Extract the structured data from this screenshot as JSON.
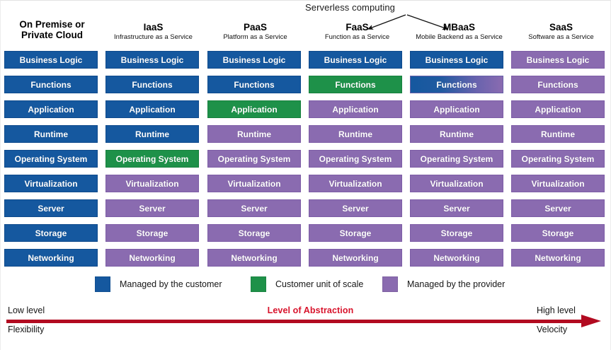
{
  "annotation": {
    "serverless_label": "Serverless computing",
    "arrow_targets": [
      "FaaS",
      "MBaaS"
    ]
  },
  "rows": [
    "Business Logic",
    "Functions",
    "Application",
    "Runtime",
    "Operating System",
    "Virtualization",
    "Server",
    "Storage",
    "Networking"
  ],
  "columns": [
    {
      "title": "On Premise or\nPrivate Cloud",
      "subtitle": "",
      "cells": [
        "customer",
        "customer",
        "customer",
        "customer",
        "customer",
        "customer",
        "customer",
        "customer",
        "customer"
      ]
    },
    {
      "title": "IaaS",
      "subtitle": "Infrastructure as a Service",
      "cells": [
        "customer",
        "customer",
        "customer",
        "customer",
        "scale",
        "provider",
        "provider",
        "provider",
        "provider"
      ]
    },
    {
      "title": "PaaS",
      "subtitle": "Platform as a Service",
      "cells": [
        "customer",
        "customer",
        "scale",
        "provider",
        "provider",
        "provider",
        "provider",
        "provider",
        "provider"
      ]
    },
    {
      "title": "FaaS",
      "subtitle": "Function as a Service",
      "cells": [
        "customer",
        "scale",
        "provider",
        "provider",
        "provider",
        "provider",
        "provider",
        "provider",
        "provider"
      ]
    },
    {
      "title": "MBaaS",
      "subtitle": "Mobile Backend as a Service",
      "cells": [
        "customer",
        "mixed",
        "provider",
        "provider",
        "provider",
        "provider",
        "provider",
        "provider",
        "provider"
      ]
    },
    {
      "title": "SaaS",
      "subtitle": "Software as a Service",
      "cells": [
        "provider",
        "provider",
        "provider",
        "provider",
        "provider",
        "provider",
        "provider",
        "provider",
        "provider"
      ]
    }
  ],
  "legend": [
    {
      "key": "customer",
      "label": "Managed by the customer",
      "color": "#15589f"
    },
    {
      "key": "scale",
      "label": "Customer unit of scale",
      "color": "#1e9149"
    },
    {
      "key": "provider",
      "label": "Managed by the provider",
      "color": "#8a6bb0"
    }
  ],
  "axis": {
    "center_label": "Level of Abstraction",
    "left_top": "Low level",
    "left_bottom": "Flexibility",
    "right_top": "High level",
    "right_bottom": "Velocity",
    "color": "#b20a20",
    "label_color": "#d8132b"
  }
}
